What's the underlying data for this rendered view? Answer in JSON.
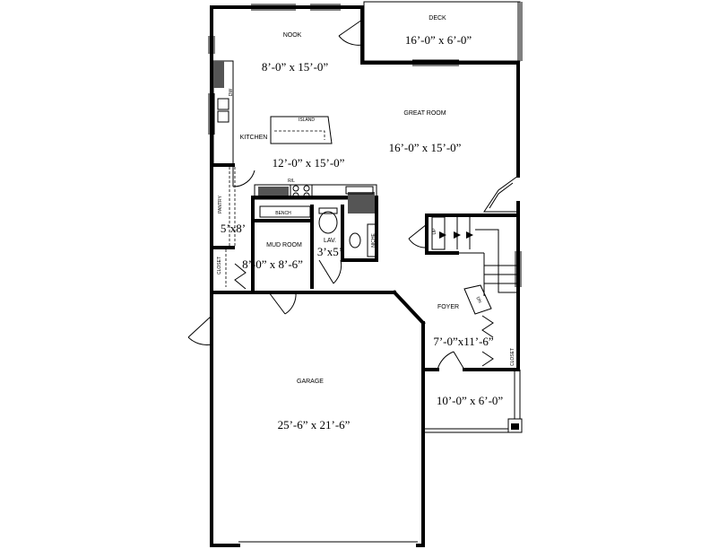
{
  "rooms": {
    "nook": {
      "name": "NOOK",
      "dim": "8’-0” x 15’-0”"
    },
    "deck": {
      "name": "DECK",
      "dim": "16’-0” x 6’-0”"
    },
    "great_room": {
      "name": "GREAT ROOM",
      "dim": "16’-0” x 15’-0”"
    },
    "kitchen": {
      "name": "KITCHEN",
      "dim": "12’-0” x 15’-0”"
    },
    "pantry": {
      "name": "PANTRY",
      "dim": "5’x8’"
    },
    "mud_room": {
      "name": "MUD ROOM",
      "dim": "8’-0” x 8’-6”"
    },
    "lav": {
      "name": "LAV.",
      "dim": "3’x5’"
    },
    "foyer": {
      "name": "FOYER",
      "dim": "7’-0”x11’-6”"
    },
    "porch": {
      "dim": "10’-0” x 6’-0”"
    },
    "garage": {
      "name": "GARAGE",
      "dim": "25’-6” x 21’-6”"
    }
  },
  "fixtures": {
    "island": "ISLAND",
    "bench": "BENCH",
    "refrigerator": "R/L",
    "dishwasher": "DW",
    "niche": "NICHE",
    "closet": "CLOSET",
    "closet_foyer": "CLOSET",
    "stair_up": "UP",
    "stair_down": "DN"
  }
}
